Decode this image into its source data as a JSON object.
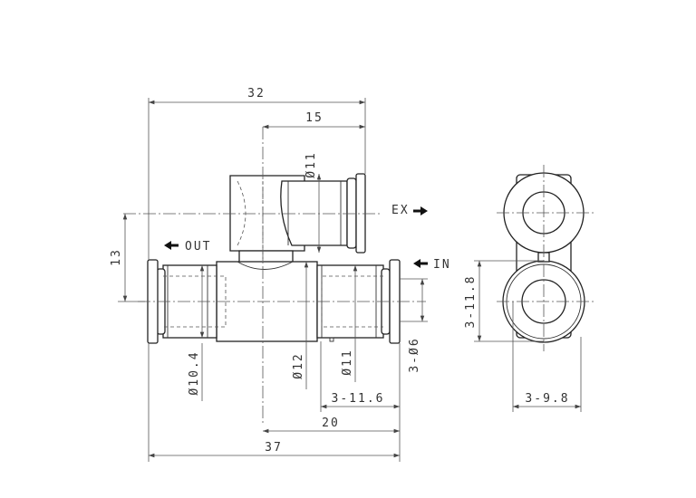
{
  "dimensions": {
    "overall_width_top": "32",
    "branch_offset": "15",
    "branch_tube_dia": "Ø11",
    "center_height": "13",
    "out_tube_dia": "Ø10.4",
    "body_dia": "Ø12",
    "in_tube_dia": "Ø11",
    "port_dia": "3-Ø6",
    "port_length": "3-11.6",
    "center_to_end": "20",
    "overall_length": "37",
    "side_height": "3-11.8",
    "side_width": "3-9.8"
  },
  "ports": {
    "exhaust": "EX",
    "outlet": "OUT",
    "inlet": "IN"
  },
  "colors": {
    "line": "#222222",
    "dimension": "#555555",
    "background": "#ffffff"
  }
}
